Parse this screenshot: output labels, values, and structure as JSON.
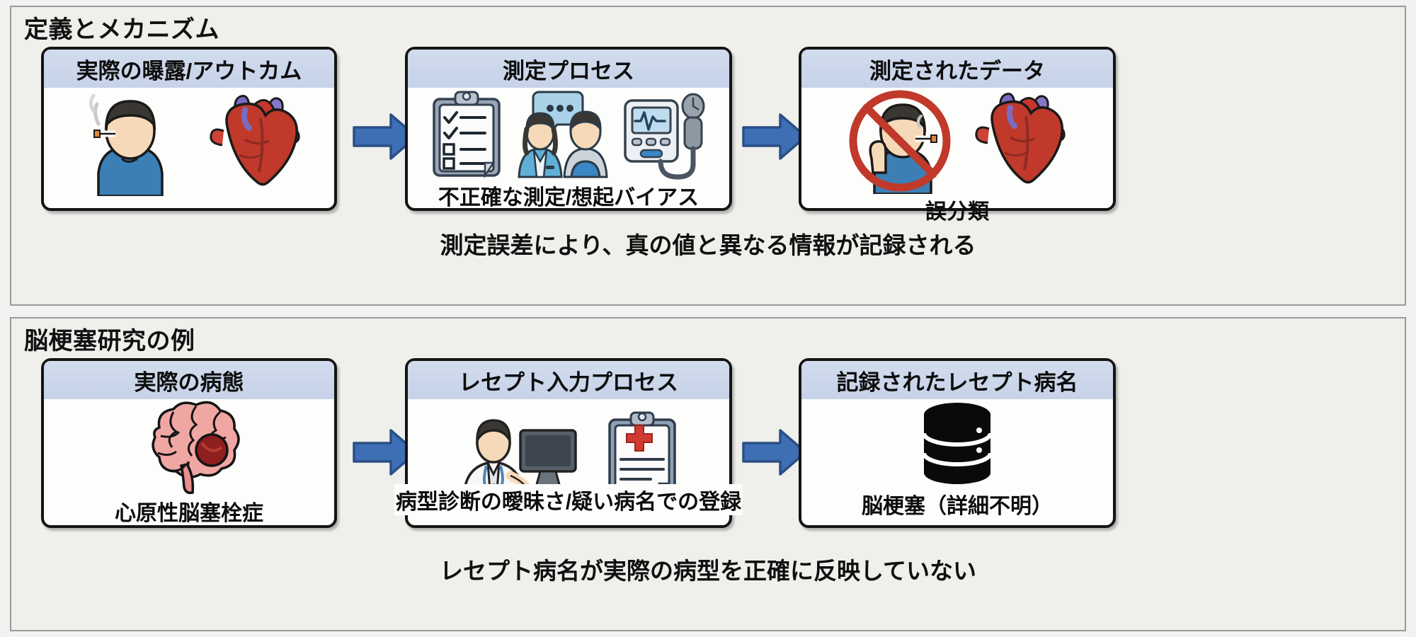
{
  "figure": {
    "title_visible": false
  },
  "sections": [
    {
      "id": "definition-mechanism",
      "title": "定義とメカニズム",
      "note": "測定誤差により、真の値と異なる情報が記録される",
      "panels": [
        {
          "id": "actual-exposure-outcome",
          "header": "実際の曝露/アウトカム",
          "caption": "",
          "icons": [
            "smoking-person-icon",
            "heart-anatomy-icon"
          ]
        },
        {
          "id": "measurement-process",
          "header": "測定プロセス",
          "caption": "不正確な測定/想起バイアス",
          "icons": [
            "clipboard-checklist-icon",
            "interview-people-icon",
            "blood-pressure-monitor-icon"
          ]
        },
        {
          "id": "measured-data",
          "header": "測定されたデータ",
          "caption": "誤分類",
          "icons": [
            "no-smoking-person-icon",
            "heart-anatomy-icon"
          ]
        }
      ],
      "arrows": [
        "arrow-right-icon",
        "arrow-right-icon"
      ]
    },
    {
      "id": "cerebral-infarction-example",
      "title": "脳梗塞研究の例",
      "note": "レセプト病名が実際の病型を正確に反映していない",
      "panels": [
        {
          "id": "actual-pathology",
          "header": "実際の病態",
          "caption": "心原性脳塞栓症",
          "icons": [
            "brain-infarct-icon"
          ]
        },
        {
          "id": "claims-entry-process",
          "header": "レセプト入力プロセス",
          "caption": "病型診断の曖昧さ/疑い病名での登録",
          "icons": [
            "doctor-at-computer-icon",
            "medical-clipboard-icon"
          ]
        },
        {
          "id": "recorded-claims-diagnosis",
          "header": "記録されたレセプト病名",
          "caption": "脳梗塞（詳細不明）",
          "icons": [
            "database-cylinder-icon"
          ]
        }
      ],
      "arrows": [
        "arrow-right-icon",
        "arrow-right-icon"
      ]
    }
  ],
  "colors": {
    "background": "#f2f2f0",
    "section_border": "#9a9a9a",
    "panel_border": "#141414",
    "panel_header": "#ccd6ea",
    "arrow_fill": "#3e6fb5",
    "arrow_stroke": "#2b4f85",
    "text": "#0d0d0d"
  }
}
